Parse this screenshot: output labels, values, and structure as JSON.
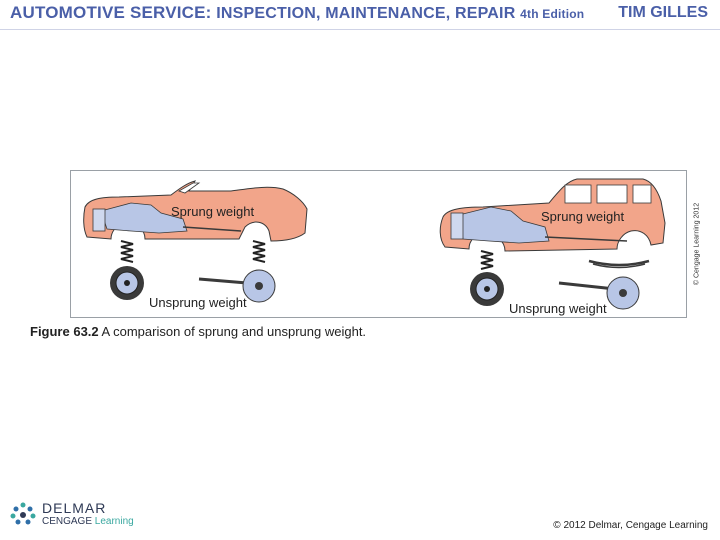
{
  "header": {
    "title_main": "AUTOMOTIVE SERVICE:",
    "title_sub": "INSPECTION, MAINTENANCE, REPAIR",
    "edition": "4th Edition",
    "author": "TIM GILLES"
  },
  "figure": {
    "left_car": {
      "sprung_label": "Sprung weight",
      "unsprung_label": "Unsprung weight"
    },
    "right_car": {
      "sprung_label": "Sprung weight",
      "unsprung_label": "Unsprung weight"
    },
    "credit": "© Cengage Learning 2012",
    "colors": {
      "body": "#f2a58a",
      "drivetrain": "#b8c6e6",
      "outline": "#3a3a3a"
    }
  },
  "caption": {
    "number": "Figure 63.2",
    "text": "A comparison of sprung and unsprung weight."
  },
  "footer": {
    "logo_name": "DELMAR",
    "logo_sub_1": "CENGAGE",
    "logo_sub_2": "Learning",
    "copyright": "© 2012 Delmar, Cengage Learning"
  }
}
